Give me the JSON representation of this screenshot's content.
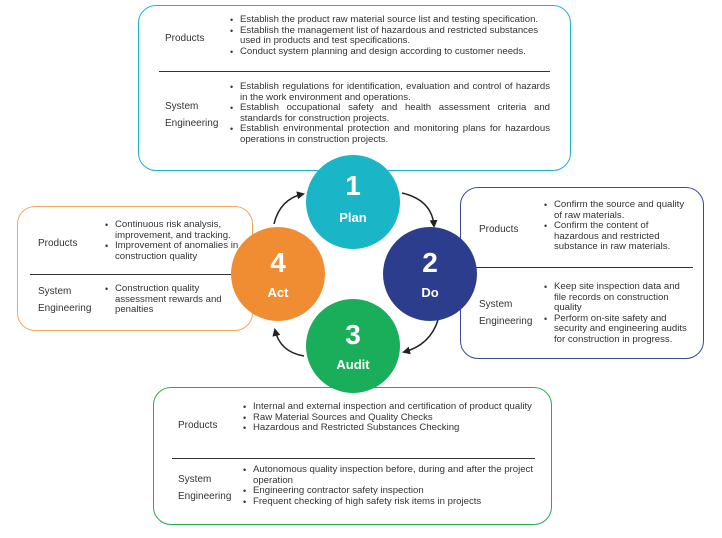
{
  "colors": {
    "plan": "#1ab5c6",
    "do": "#2d3d8e",
    "audit": "#1aad5a",
    "act": "#f08d33",
    "plan_border": "#1ab5c6",
    "do_border": "#3d4a9a",
    "audit_border": "#2aab4e",
    "act_border": "#f0a860"
  },
  "cycle": {
    "plan": {
      "number": "1",
      "label": "Plan"
    },
    "do": {
      "number": "2",
      "label": "Do"
    },
    "audit": {
      "number": "3",
      "label": "Audit"
    },
    "act": {
      "number": "4",
      "label": "Act"
    }
  },
  "plan_box": {
    "products_label": "Products",
    "products_items": [
      "Establish the product raw material source list and testing specification.",
      "Establish the management list of hazardous and restricted substances used in products and test specifications.",
      "Conduct system planning and design according to customer needs."
    ],
    "system_label_1": "System",
    "system_label_2": "Engineering",
    "system_items": [
      "Establish regulations for identification, evaluation and control of hazards in the work environment and operations.",
      "Establish occupational safety and health assessment criteria and standards for construction projects.",
      "Establish environmental protection and monitoring plans for hazardous operations in construction projects."
    ]
  },
  "do_box": {
    "products_label": "Products",
    "products_items": [
      "Confirm the source and quality of raw materials.",
      "Confirm the content of hazardous and restricted substance in raw materials."
    ],
    "system_label_1": "System",
    "system_label_2": "Engineering",
    "system_items": [
      "Keep site inspection data and file records on construction quality",
      "Perform on-site safety and security and engineering audits for construction in progress."
    ]
  },
  "act_box": {
    "products_label": "Products",
    "products_items": [
      "Continuous risk analysis, improvement, and tracking.",
      "Improvement of anomalies in construction quality"
    ],
    "system_label_1": "System",
    "system_label_2": "Engineering",
    "system_items": [
      "Construction quality assessment rewards and penalties"
    ]
  },
  "audit_box": {
    "products_label": "Products",
    "products_items": [
      "Internal and external inspection and certification of product quality",
      "Raw Material Sources and Quality Checks",
      "Hazardous and Restricted Substances Checking"
    ],
    "system_label_1": "System",
    "system_label_2": "Engineering",
    "system_items": [
      "Autonomous quality inspection before, during and after the project operation",
      "Engineering contractor safety inspection",
      "Frequent checking of high safety risk items in projects"
    ]
  }
}
